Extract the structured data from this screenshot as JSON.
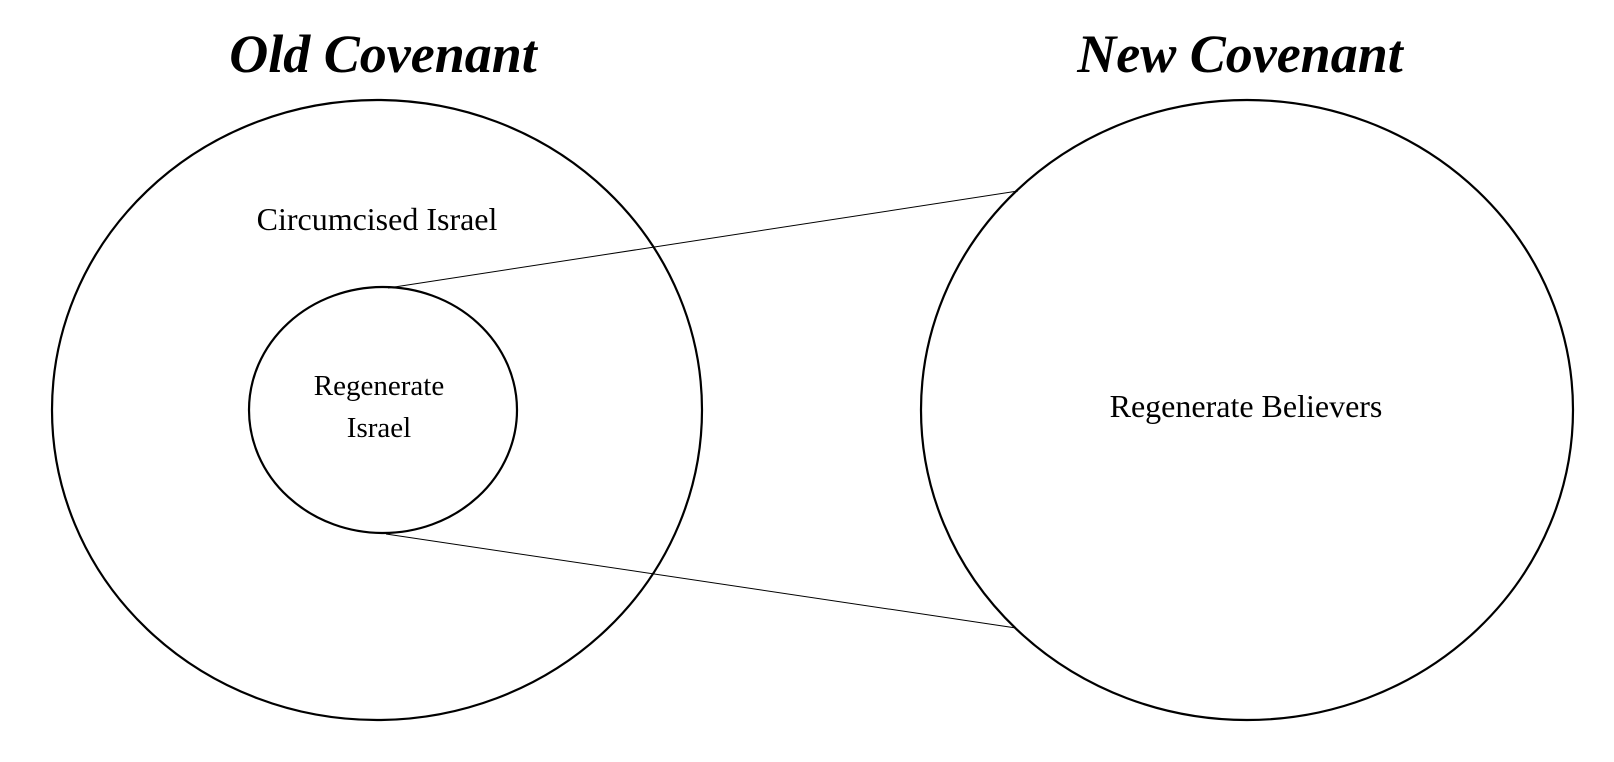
{
  "diagram": {
    "old_covenant": {
      "title": "Old Covenant",
      "outer_circle_label": "Circumcised Israel",
      "inner_circle_label_line1": "Regenerate",
      "inner_circle_label_line2": "Israel"
    },
    "new_covenant": {
      "title": "New Covenant",
      "circle_label": "Regenerate Believers"
    },
    "colors": {
      "ink": "#000000",
      "background": "#ffffff"
    }
  }
}
